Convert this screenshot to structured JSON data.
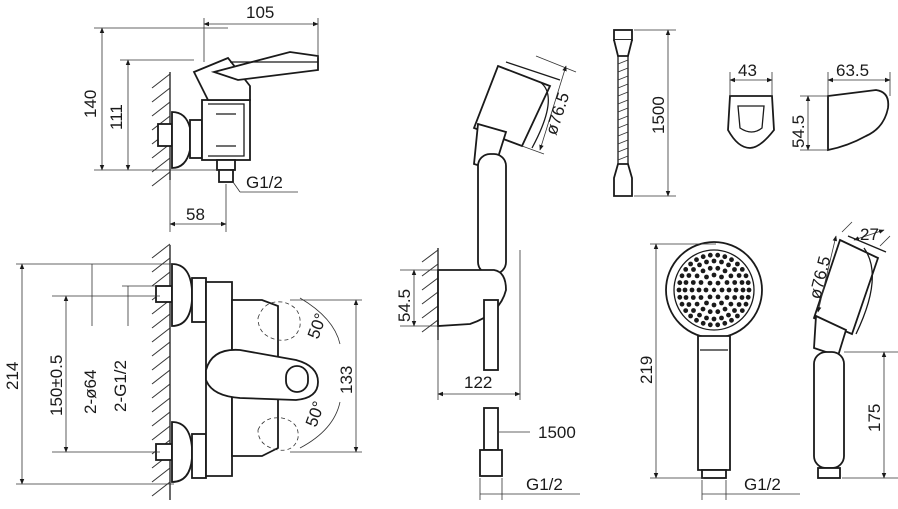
{
  "top_left_view": {
    "dim_width": "105",
    "dim_height_outer": "140",
    "dim_height_inner": "111",
    "dim_depth": "58",
    "dim_thread": "G1/2"
  },
  "front_view": {
    "dim_total_height": "214",
    "dim_spacing": "150±0.5",
    "dim_diameter": "2-ø64",
    "dim_threads": "2-G1/2",
    "dim_handle_height": "133",
    "dim_angle_top": "50°",
    "dim_angle_bottom": "50°"
  },
  "holder_view": {
    "dim_diameter": "ø76.5",
    "dim_height": "54.5",
    "dim_projection": "122",
    "dim_hose_length": "1500",
    "dim_thread": "G1/2"
  },
  "hose_view": {
    "dim_length": "1500"
  },
  "bracket_view": {
    "dim_width": "43",
    "dim_depth": "63.5",
    "dim_height": "54.5"
  },
  "handshower_view": {
    "dim_length": "219",
    "dim_thread": "G1/2",
    "dim_head_diameter": "ø76.5",
    "dim_head_depth": "27",
    "dim_handle_length": "175"
  }
}
